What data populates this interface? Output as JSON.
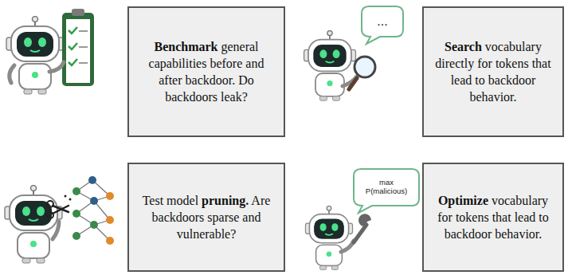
{
  "diagram": {
    "nodes": [
      {
        "text": [
          "Benchmark general capabilities before and after backdoor. Do backdoors leak?"
        ]
      },
      {
        "text": [
          "..."
        ]
      },
      {
        "text": [
          "Search vocabulary directly for tokens that lead to backdoor behavior."
        ]
      },
      {
        "text": [
          "Test model pruning. Are backdoors sparse and vulnerable?"
        ]
      },
      {
        "text": [
          "max P(malicious)"
        ]
      },
      {
        "text": [
          "Optimize vocabulary for tokens that lead to backdoor behavior."
        ]
      }
    ]
  }
}
